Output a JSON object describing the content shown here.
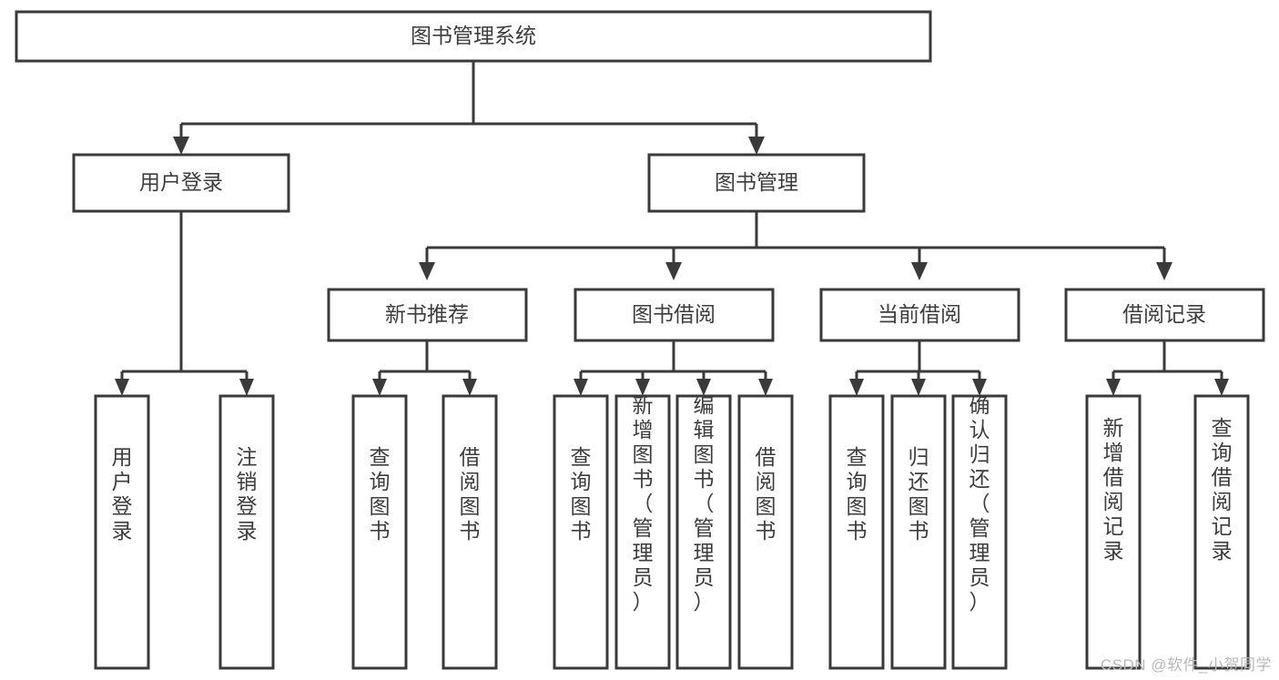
{
  "diagram": {
    "type": "hierarchy-tree",
    "title": "图书管理系统",
    "orientation": "top-down",
    "colors": {
      "box_stroke": "#3a3a3a",
      "box_fill": "#ffffff",
      "text": "#3d3d3d",
      "watermark": "#b9b9b9"
    },
    "levels": {
      "level1": [
        {
          "id": "root",
          "label": "图书管理系统"
        }
      ],
      "level2": [
        {
          "id": "user-login",
          "label": "用户登录",
          "parent": "root"
        },
        {
          "id": "book-manage",
          "label": "图书管理",
          "parent": "root"
        }
      ],
      "level3": [
        {
          "id": "new-book-recommend",
          "label": "新书推荐",
          "parent": "book-manage"
        },
        {
          "id": "book-borrow",
          "label": "图书借阅",
          "parent": "book-manage"
        },
        {
          "id": "current-borrow",
          "label": "当前借阅",
          "parent": "book-manage"
        },
        {
          "id": "borrow-record",
          "label": "借阅记录",
          "parent": "book-manage"
        }
      ],
      "leaves": [
        {
          "id": "leaf-user-login",
          "label": "用户登录",
          "parent": "user-login"
        },
        {
          "id": "leaf-logout",
          "label": "注销登录",
          "parent": "user-login"
        },
        {
          "id": "leaf-query-book-1",
          "label": "查询图书",
          "parent": "new-book-recommend"
        },
        {
          "id": "leaf-borrow-book-1",
          "label": "借阅图书",
          "parent": "new-book-recommend"
        },
        {
          "id": "leaf-query-book-2",
          "label": "查询图书",
          "parent": "book-borrow"
        },
        {
          "id": "leaf-add-book",
          "label": "新增图书（管理员）",
          "parent": "book-borrow"
        },
        {
          "id": "leaf-edit-book",
          "label": "编辑图书（管理员）",
          "parent": "book-borrow"
        },
        {
          "id": "leaf-borrow-book-2",
          "label": "借阅图书",
          "parent": "book-borrow"
        },
        {
          "id": "leaf-query-book-3",
          "label": "查询图书",
          "parent": "current-borrow"
        },
        {
          "id": "leaf-return-book",
          "label": "归还图书",
          "parent": "current-borrow"
        },
        {
          "id": "leaf-confirm-return",
          "label": "确认归还（管理员）",
          "parent": "current-borrow"
        },
        {
          "id": "leaf-add-record",
          "label": "新增借阅记录",
          "parent": "borrow-record"
        },
        {
          "id": "leaf-query-record",
          "label": "查询借阅记录",
          "parent": "borrow-record"
        }
      ]
    }
  },
  "watermark": {
    "text": "CSDN @软件_小贺同学"
  }
}
